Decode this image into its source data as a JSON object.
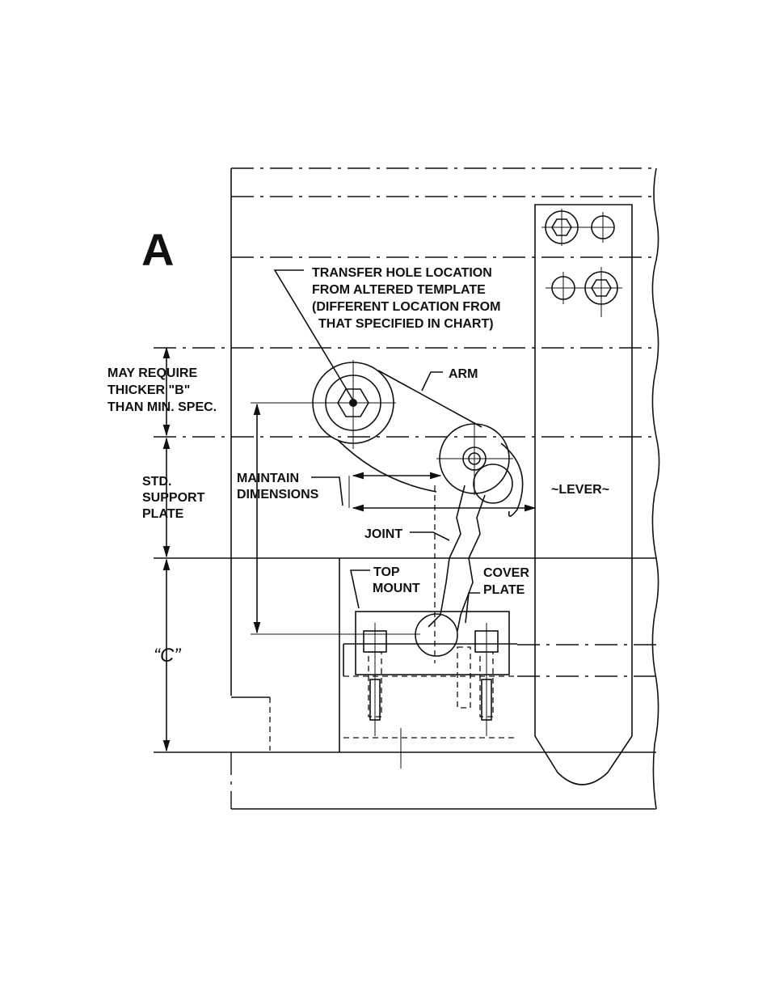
{
  "section_letter": "A",
  "labels": {
    "transfer_note": [
      "TRANSFER HOLE LOCATION",
      "FROM ALTERED TEMPLATE",
      "(DIFFERENT LOCATION FROM",
      "THAT SPECIFIED IN CHART)"
    ],
    "may_require": [
      "MAY REQUIRE",
      "THICKER \"B\"",
      "THAN MIN. SPEC."
    ],
    "std_support": [
      "STD.",
      "SUPPORT",
      "PLATE"
    ],
    "maintain": [
      "MAINTAIN",
      "DIMENSIONS"
    ],
    "arm": "ARM",
    "lever": "~LEVER~",
    "joint": "JOINT",
    "top_mount": [
      "TOP",
      "MOUNT"
    ],
    "cover_plate": [
      "COVER",
      "PLATE"
    ],
    "dim_c": "“C”"
  }
}
